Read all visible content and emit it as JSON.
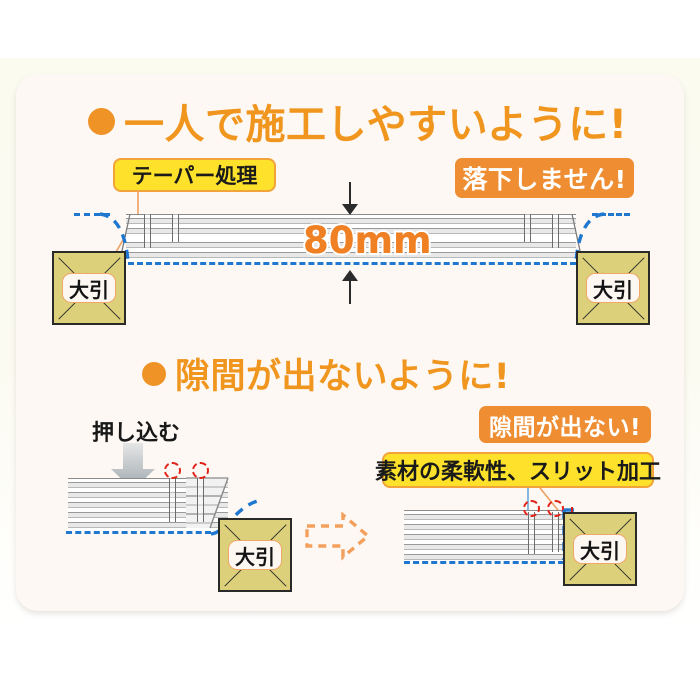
{
  "page": {
    "background": "#ffffff",
    "card_background": "#fdf8f3",
    "accent_orange": "#ef8d33",
    "accent_yellow": "#fde12a",
    "guide_blue": "#1f77d0",
    "girder_fill": "#ddd07a",
    "alert_red": "#e2231a"
  },
  "sections": {
    "one": {
      "heading": "一人で施工しやすいように!",
      "bullet_icon": "filled-circle-bullet",
      "labels": {
        "taper": "テーパー処理",
        "no_fall": "落下しません!",
        "dimension": "80mm"
      },
      "girders": {
        "left": "大引",
        "right": "大引"
      }
    },
    "two": {
      "heading": "隙間が出ないように!",
      "bullet_icon": "filled-circle-bullet",
      "labels": {
        "push_in": "押し込む",
        "no_gap": "隙間が出ない!",
        "slit": "素材の柔軟性、スリット加工"
      },
      "girders": {
        "left": "大引",
        "right": "大引"
      }
    }
  },
  "icons": {
    "down_arrow": "arrow-down-icon",
    "up_arrow": "arrow-up-icon",
    "push_arrow": "thick-down-arrow-icon",
    "transition_arrow": "dashed-right-arrow-icon",
    "slit_marker": "red-dashed-circle-icon"
  }
}
